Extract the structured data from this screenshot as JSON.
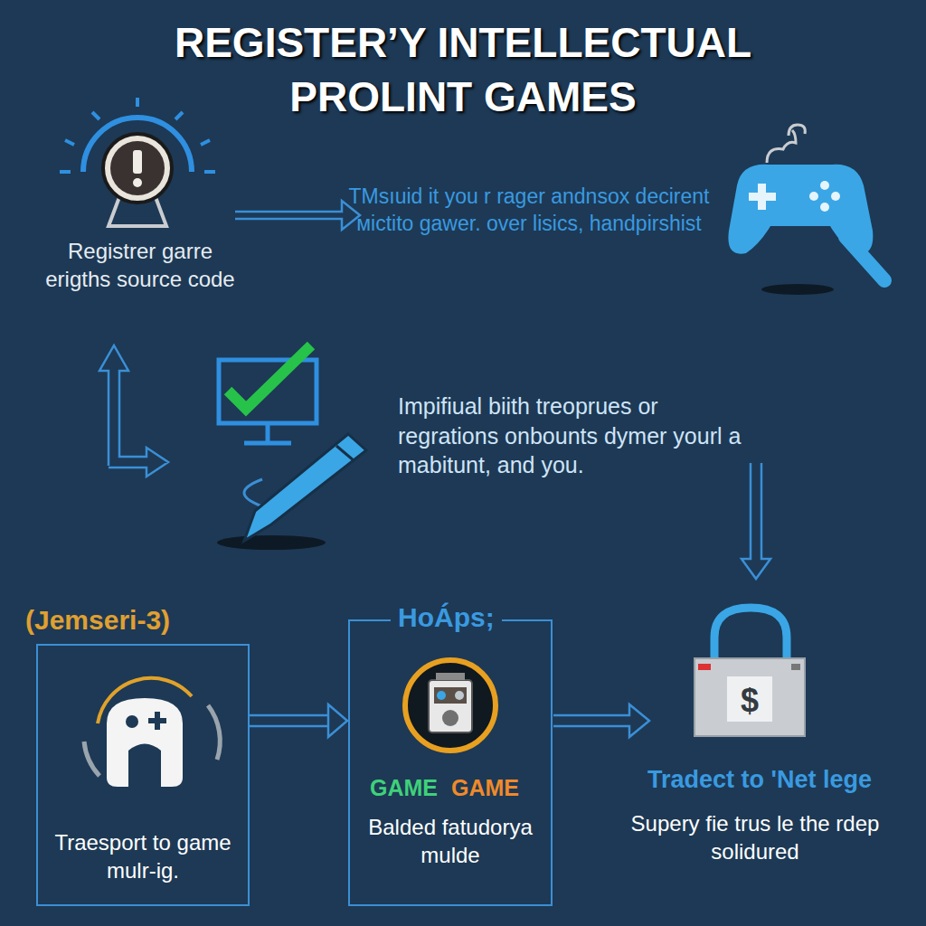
{
  "diagram": {
    "title": "REGISTER’Y INTELLECTUAL PROLINT GAMES",
    "nodes": [
      {
        "text": [
          "(Jemseri-3)",
          "Traesport to game mulr-ig."
        ]
      },
      {
        "text": [
          "HoÁps;",
          "GAME",
          "GAME",
          "Balded fatudorya mulde"
        ]
      }
    ],
    "edges": [
      {
        "from": 0,
        "to": 1,
        "arrow": "to"
      }
    ],
    "labels": [
      "Registrer garre erigths source code",
      "TMsıuid it you r rager andnsox decirent мictito gawer. over lisics, handpirshist",
      "Impifiual biith treoprues or regrations onbounts dymer yourl a mabitunt, and you.",
      "$",
      "Tradect to 'Net lege",
      "Supery fie trus le the rdep solidured"
    ]
  }
}
